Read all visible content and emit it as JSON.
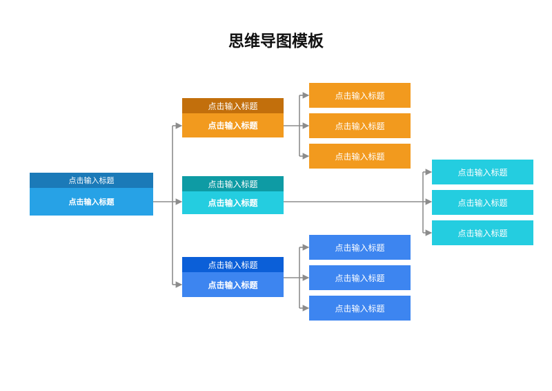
{
  "title": "思维导图模板",
  "colors": {
    "connector": "#8c8c8c",
    "root_header": "#1b7ab8",
    "root_body": "#27a2e6",
    "orange_header": "#c26f0c",
    "orange_body": "#f29a1e",
    "teal_header": "#0e9ba4",
    "teal_body": "#24cde0",
    "blue_header": "#0b5fd8",
    "blue_body": "#3d85f0"
  },
  "root": {
    "header": "点击输入标题",
    "body": "点击输入标题"
  },
  "branches": [
    {
      "key": "orange",
      "header": "点击输入标题",
      "body": "点击输入标题",
      "leaves": [
        "点击输入标题",
        "点击输入标题",
        "点击输入标题"
      ]
    },
    {
      "key": "teal",
      "header": "点击输入标题",
      "body": "点击输入标题",
      "leaves": [
        "点击输入标题",
        "点击输入标题",
        "点击输入标题"
      ]
    },
    {
      "key": "blue",
      "header": "点击输入标题",
      "body": "点击输入标题",
      "leaves": [
        "点击输入标题",
        "点击输入标题",
        "点击输入标题"
      ]
    }
  ]
}
